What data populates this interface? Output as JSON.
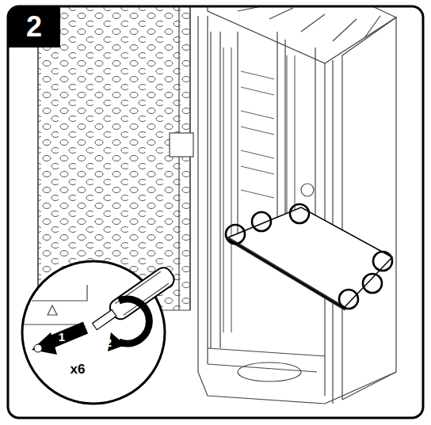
{
  "diagram": {
    "nodes": [
      {
        "text": [
          "2"
        ]
      }
    ],
    "labels": [
      "1",
      "2",
      "x6"
    ]
  }
}
